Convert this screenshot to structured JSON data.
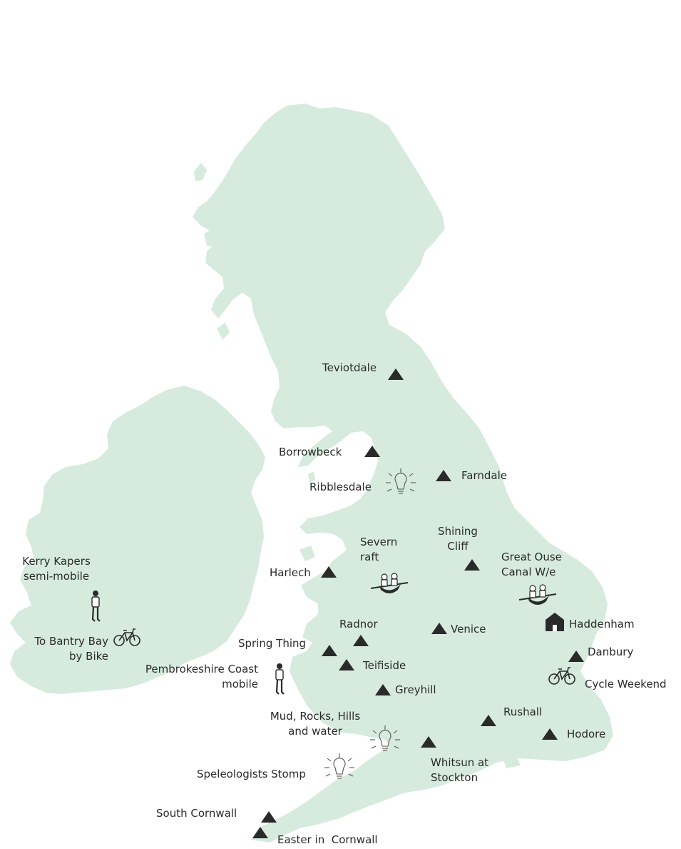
{
  "map": {
    "land_color": "#d6ebde",
    "marker_color": "#2a2a2a",
    "icon_legend": {
      "triangle": "camp-site-icon",
      "bulb": "lightbulb-icon",
      "bike": "bicycle-icon",
      "hiker": "walker-icon",
      "raft": "raft-icon",
      "house": "building-icon"
    }
  },
  "labels": {
    "teviotdale": "Teviotdale",
    "borrowbeck": "Borrowbeck",
    "farndale": "Farndale",
    "ribblesdale": "Ribblesdale",
    "shining_cliff": "Shining\nCliff",
    "severn_raft": "Severn\nraft",
    "great_ouse": "Great Ouse\nCanal W/e",
    "harlech": "Harlech",
    "kerry_kapers": "Kerry Kapers\nsemi-mobile",
    "bantry_bay": "To Bantry Bay\nby Bike",
    "radnor": "Radnor",
    "venice": "Venice",
    "haddenham": "Haddenham",
    "spring_thing": "Spring Thing",
    "teifiside": "Teifiside",
    "danbury": "Danbury",
    "pembrokeshire": "Pembrokeshire Coast\nmobile",
    "cycle_weekend": "Cycle Weekend",
    "greyhill": "Greyhill",
    "rushall": "Rushall",
    "mud_rocks": "Mud, Rocks, Hills\nand water",
    "hodore": "Hodore",
    "whitsun": "Whitsun at\nStockton",
    "speleologists": "Speleologists Stomp",
    "south_cornwall": "South Cornwall",
    "easter_cornwall": "Easter in  Cornwall"
  }
}
